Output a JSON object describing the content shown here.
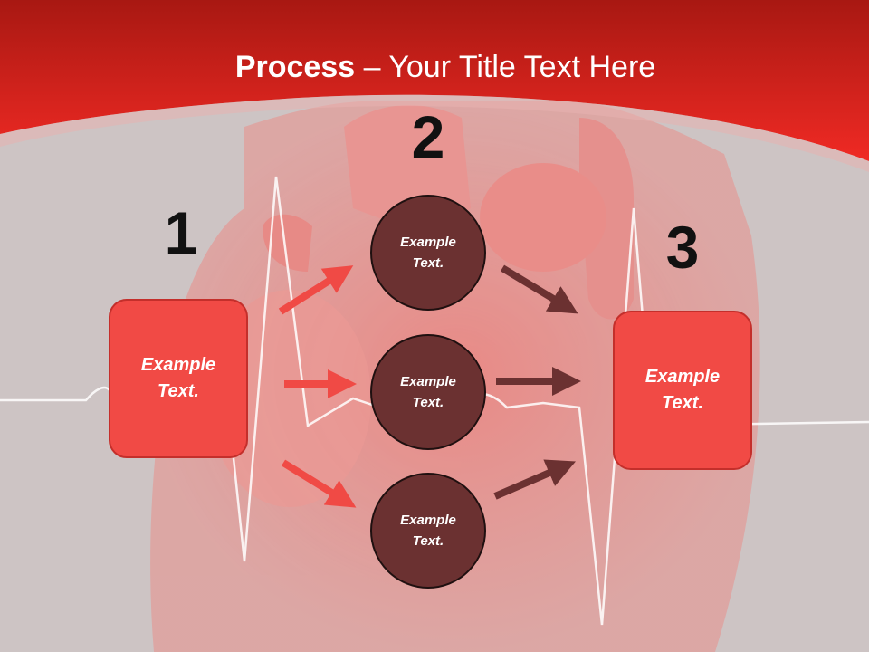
{
  "title": {
    "bold": "Process",
    "rest": " – Your Title Text Here"
  },
  "steps": {
    "one": "1",
    "two": "2",
    "three": "3"
  },
  "left_box": {
    "text": "Example Text."
  },
  "right_box": {
    "text": "Example Text."
  },
  "circles": [
    {
      "text": "Example Text."
    },
    {
      "text": "Example Text."
    },
    {
      "text": "Example Text."
    }
  ],
  "colors": {
    "header_red": "#e8221f",
    "box_red": "#f14a45",
    "circle_brown": "#6b3131",
    "arrow_red": "#f04a45",
    "arrow_brown": "#6b3131"
  }
}
